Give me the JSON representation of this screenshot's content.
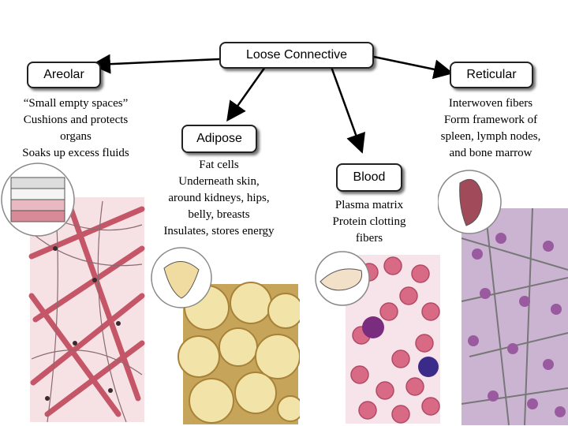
{
  "root": {
    "title": "Loose Connective"
  },
  "areolar": {
    "title": "Areolar",
    "lines": [
      "“Small empty spaces”",
      "Cushions and protects",
      "organs",
      "Soaks up excess fluids"
    ]
  },
  "adipose": {
    "title": "Adipose",
    "lines": [
      "Fat cells",
      "Underneath skin,",
      "around kidneys, hips,",
      "belly, breasts",
      "Insulates, stores energy"
    ]
  },
  "blood": {
    "title": "Blood",
    "lines": [
      "Plasma matrix",
      "Protein clotting",
      "fibers"
    ]
  },
  "reticular": {
    "title": "Reticular",
    "lines": [
      "Interwoven fibers",
      "Form framework of",
      "spleen, lymph nodes,",
      "and bone marrow"
    ]
  },
  "colors": {
    "box_border": "#222222",
    "areolar_fiber": "#c0475a",
    "adipose_fill": "#f2e4a8",
    "rbc": "#d86a86",
    "reticular_bg": "#cbb4d2"
  }
}
